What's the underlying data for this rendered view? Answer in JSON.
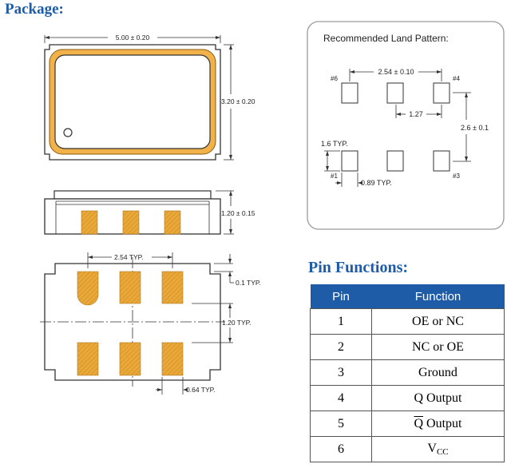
{
  "headings": {
    "package": "Package:",
    "pin_functions": "Pin Functions:"
  },
  "dimensions": {
    "top_width": "5.00 ± 0.20",
    "top_height": "3.20 ± 0.20",
    "side_height": "1.20 ± 0.15",
    "bottom_pitch": "2.54  TYP.",
    "bottom_gap": "0.1  TYP.",
    "bottom_row_gap": "1.20  TYP.",
    "bottom_pad_width": "0.64  TYP."
  },
  "land_pattern": {
    "title": "Recommended Land Pattern:",
    "pitch": "2.54 ± 0.10",
    "half_pitch": "1.27",
    "row_spacing": "2.6 ± 0.1",
    "pad_height": "1.6  TYP.",
    "pad_width": "0.89  TYP.",
    "pin_labels": {
      "p6": "#6",
      "p4": "#4",
      "p1": "#1",
      "p3": "#3"
    }
  },
  "colors": {
    "heading": "#1f5ca8",
    "table_header": "#1f5ca8",
    "pad_gold": "#e8a93a",
    "line": "#333333"
  },
  "pin_table": {
    "headers": {
      "pin": "Pin",
      "function": "Function"
    },
    "rows": [
      {
        "pin": "1",
        "function": "OE or NC"
      },
      {
        "pin": "2",
        "function": "NC or OE"
      },
      {
        "pin": "3",
        "function": "Ground"
      },
      {
        "pin": "4",
        "function": "Q Output"
      },
      {
        "pin": "5",
        "function_over": "Q",
        "function_rest": " Output"
      },
      {
        "pin": "6",
        "function_main": "V",
        "function_sub": "CC"
      }
    ]
  }
}
